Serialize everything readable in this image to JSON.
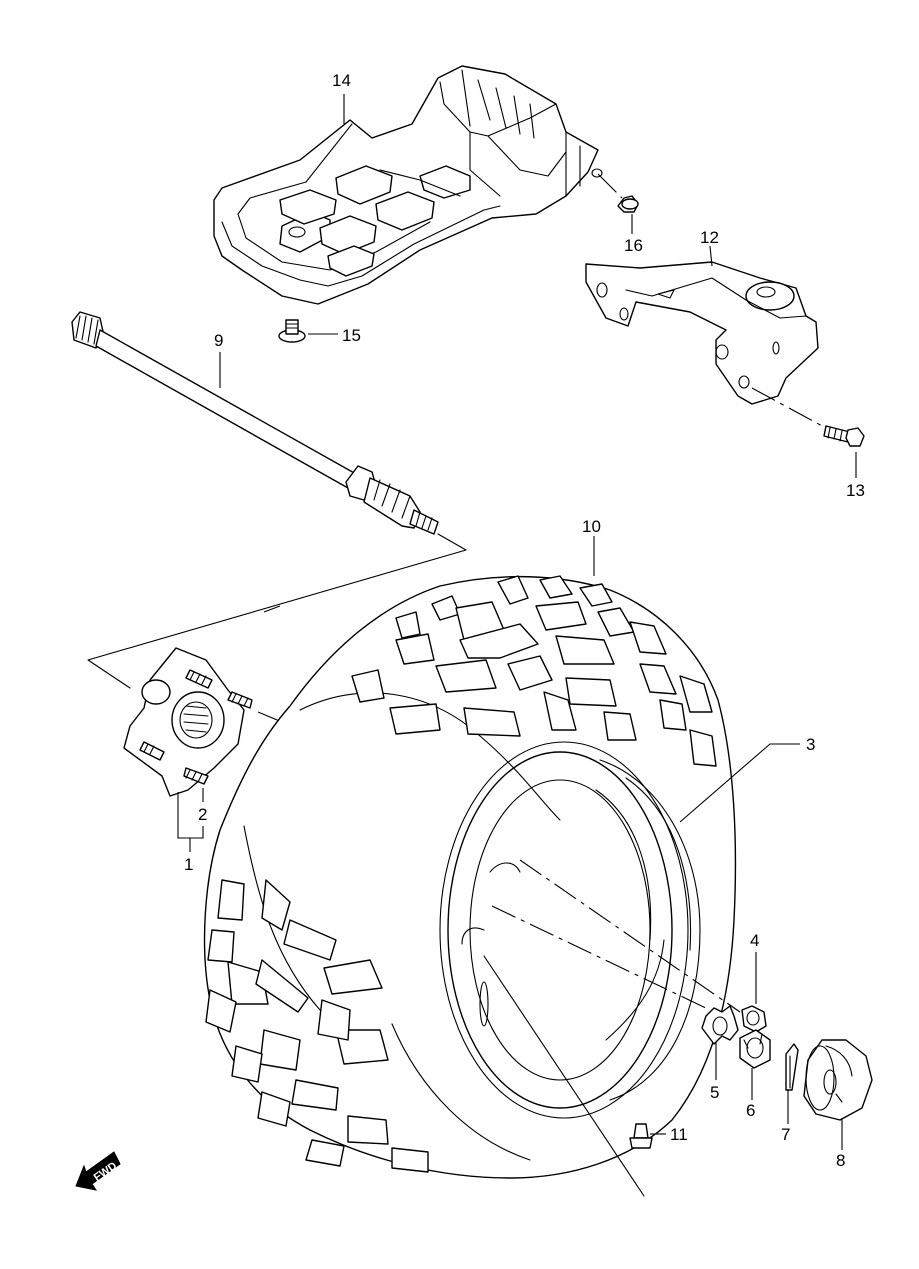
{
  "labels": {
    "p1": "1",
    "p2": "2",
    "p3": "3",
    "p4": "4",
    "p5": "5",
    "p6": "6",
    "p7": "7",
    "p8": "8",
    "p9": "9",
    "p10": "10",
    "p11": "11",
    "p12": "12",
    "p13": "13",
    "p14": "14",
    "p15": "15",
    "p16": "16"
  },
  "fwd_arrow": {
    "text": "FWD",
    "icon": "forward-direction-arrow-icon"
  }
}
